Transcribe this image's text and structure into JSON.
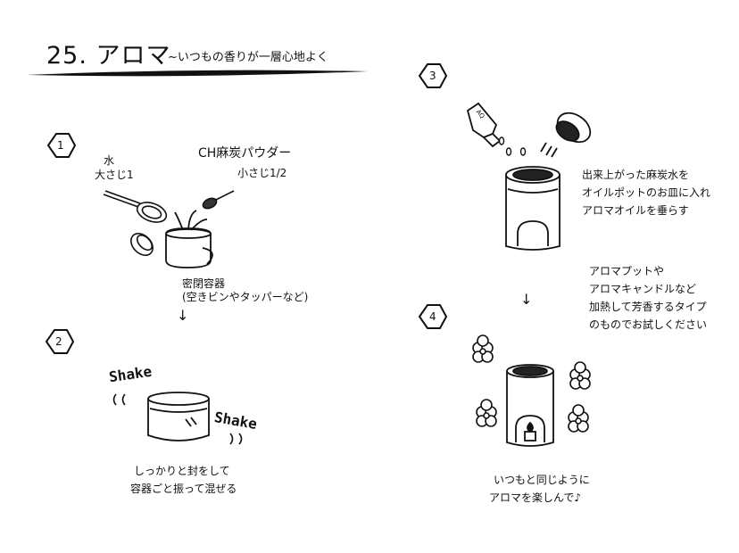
{
  "header": {
    "number_title": "25. アロマ",
    "subtitle": "~いつもの香りが一層心地よく"
  },
  "steps": [
    {
      "number": "1",
      "water_label": "水",
      "water_amount": "大さじ1",
      "powder_label": "CH麻炭パウダー",
      "powder_amount": "小さじ1/2",
      "container_label": "密閉容器",
      "container_note": "(空きビンやタッパーなど)"
    },
    {
      "number": "2",
      "shake_1": "Shake",
      "shake_2": "Shake",
      "instruction_1": "しっかりと封をして",
      "instruction_2": "容器ごと振って混ぜる"
    },
    {
      "number": "3",
      "bottle_label": "AQ",
      "instruction_1": "出来上がった麻炭水を",
      "instruction_2": "オイルポットのお皿に入れ",
      "instruction_3": "アロマオイルを垂らす"
    },
    {
      "number": "4",
      "note_1": "アロマプットや",
      "note_2": "アロマキャンドルなど",
      "note_3": "加熱して芳香するタイプ",
      "note_4": "のものでお試しください",
      "instruction_1": "いつもと同じように",
      "instruction_2": "アロマを楽しんで♪"
    }
  ],
  "arrows": {
    "glyph": "↓"
  }
}
